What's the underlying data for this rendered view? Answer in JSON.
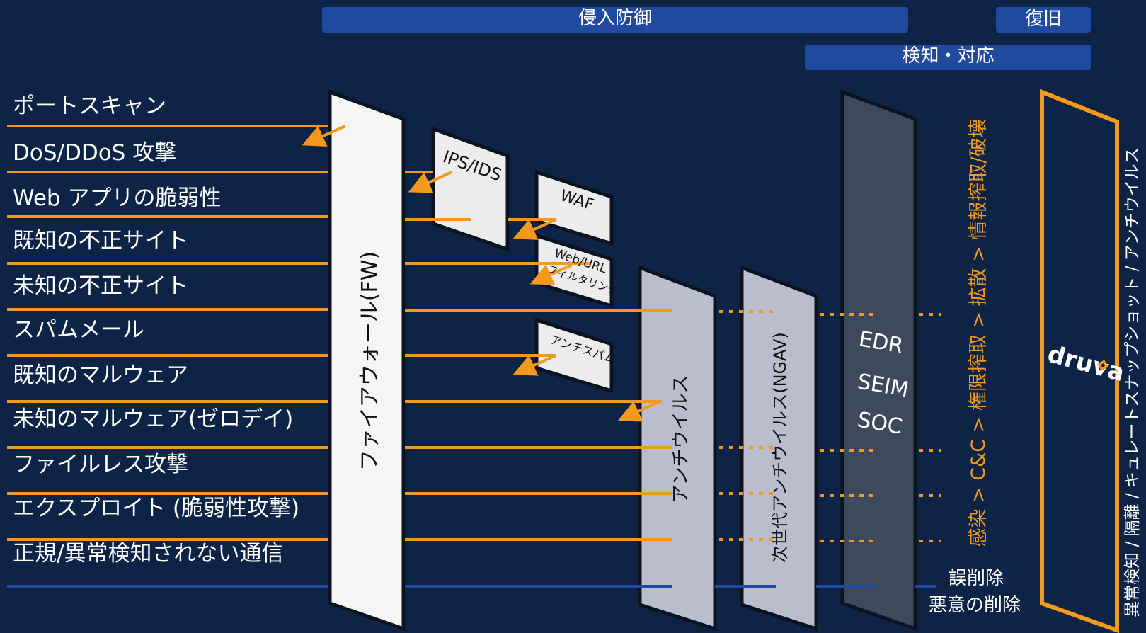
{
  "headers": {
    "intrusion_defense": "侵入防御",
    "recovery": "復旧",
    "detection_response": "検知・対応"
  },
  "threats": [
    "ポートスキャン",
    "DoS/DDoS 攻撃",
    "Web アプリの脆弱性",
    "既知の不正サイト",
    "未知の不正サイト",
    "スパムメール",
    "既知のマルウェア",
    "未知のマルウェア(ゼロデイ)",
    "ファイルレス攻撃",
    "エクスプロイト (脆弱性攻撃)",
    "正規/異常検知されない通信"
  ],
  "layers": {
    "firewall": "ファイアウォール(FW)",
    "ips_ids": "IPS/IDS",
    "waf": "WAF",
    "web_url_line1": "Web/URL",
    "web_url_line2": "フィルタリング",
    "antispam": "アンチスパム",
    "antivirus": "アンチウイルス",
    "ngav": "次世代アンチウイルス(NGAV)",
    "edr": "EDR",
    "seim": "SEIM",
    "soc": "SOC",
    "druva": "druva"
  },
  "attack_chain": "感染 > C&C > 権限搾取 > 拡散 > 情報搾取/破壊",
  "recovery_features": "異常検知 / 隔離 / キュレートスナップショット / アンチウイルス",
  "outcomes": {
    "false_delete": "誤削除",
    "malicious_delete": "悪意の削除"
  },
  "colors": {
    "background": "#0e2446",
    "header_blue": "#1f4aa0",
    "orange": "#f39a1e",
    "blue_line": "#1f4aa0",
    "panel_light": "#f2f2f2",
    "panel_lavender": "#b9bdcd",
    "panel_dark": "#3e4a5c"
  }
}
